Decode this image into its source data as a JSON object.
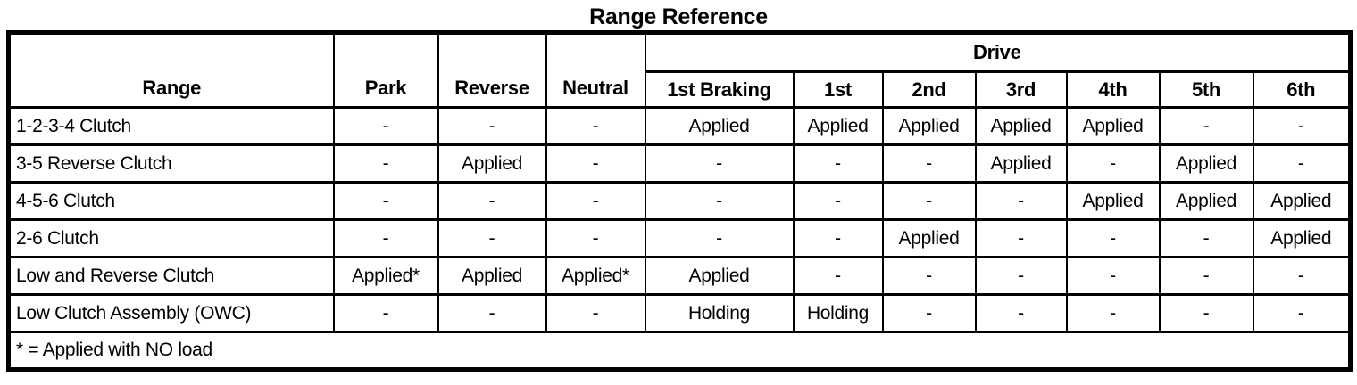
{
  "title": "Range Reference",
  "colors": {
    "text": "#000000",
    "border": "#000000",
    "background": "#ffffff"
  },
  "table": {
    "header": {
      "range": "Range",
      "park": "Park",
      "reverse": "Reverse",
      "neutral": "Neutral",
      "drive_group": "Drive",
      "drive_columns": [
        "1st Braking",
        "1st",
        "2nd",
        "3rd",
        "4th",
        "5th",
        "6th"
      ]
    },
    "rows": [
      {
        "label": "1-2-3-4 Clutch",
        "values": [
          "-",
          "-",
          "-",
          "Applied",
          "Applied",
          "Applied",
          "Applied",
          "Applied",
          "-",
          "-"
        ]
      },
      {
        "label": "3-5 Reverse Clutch",
        "values": [
          "-",
          "Applied",
          "-",
          "-",
          "-",
          "-",
          "Applied",
          "-",
          "Applied",
          "-"
        ]
      },
      {
        "label": "4-5-6 Clutch",
        "values": [
          "-",
          "-",
          "-",
          "-",
          "-",
          "-",
          "-",
          "Applied",
          "Applied",
          "Applied"
        ]
      },
      {
        "label": "2-6 Clutch",
        "values": [
          "-",
          "-",
          "-",
          "-",
          "-",
          "Applied",
          "-",
          "-",
          "-",
          "Applied"
        ]
      },
      {
        "label": "Low and Reverse Clutch",
        "values": [
          "Applied*",
          "Applied",
          "Applied*",
          "Applied",
          "-",
          "-",
          "-",
          "-",
          "-",
          "-"
        ]
      },
      {
        "label": "Low Clutch Assembly (OWC)",
        "values": [
          "-",
          "-",
          "-",
          "Holding",
          "Holding",
          "-",
          "-",
          "-",
          "-",
          "-"
        ]
      }
    ],
    "footnote": "* = Applied with NO load"
  }
}
